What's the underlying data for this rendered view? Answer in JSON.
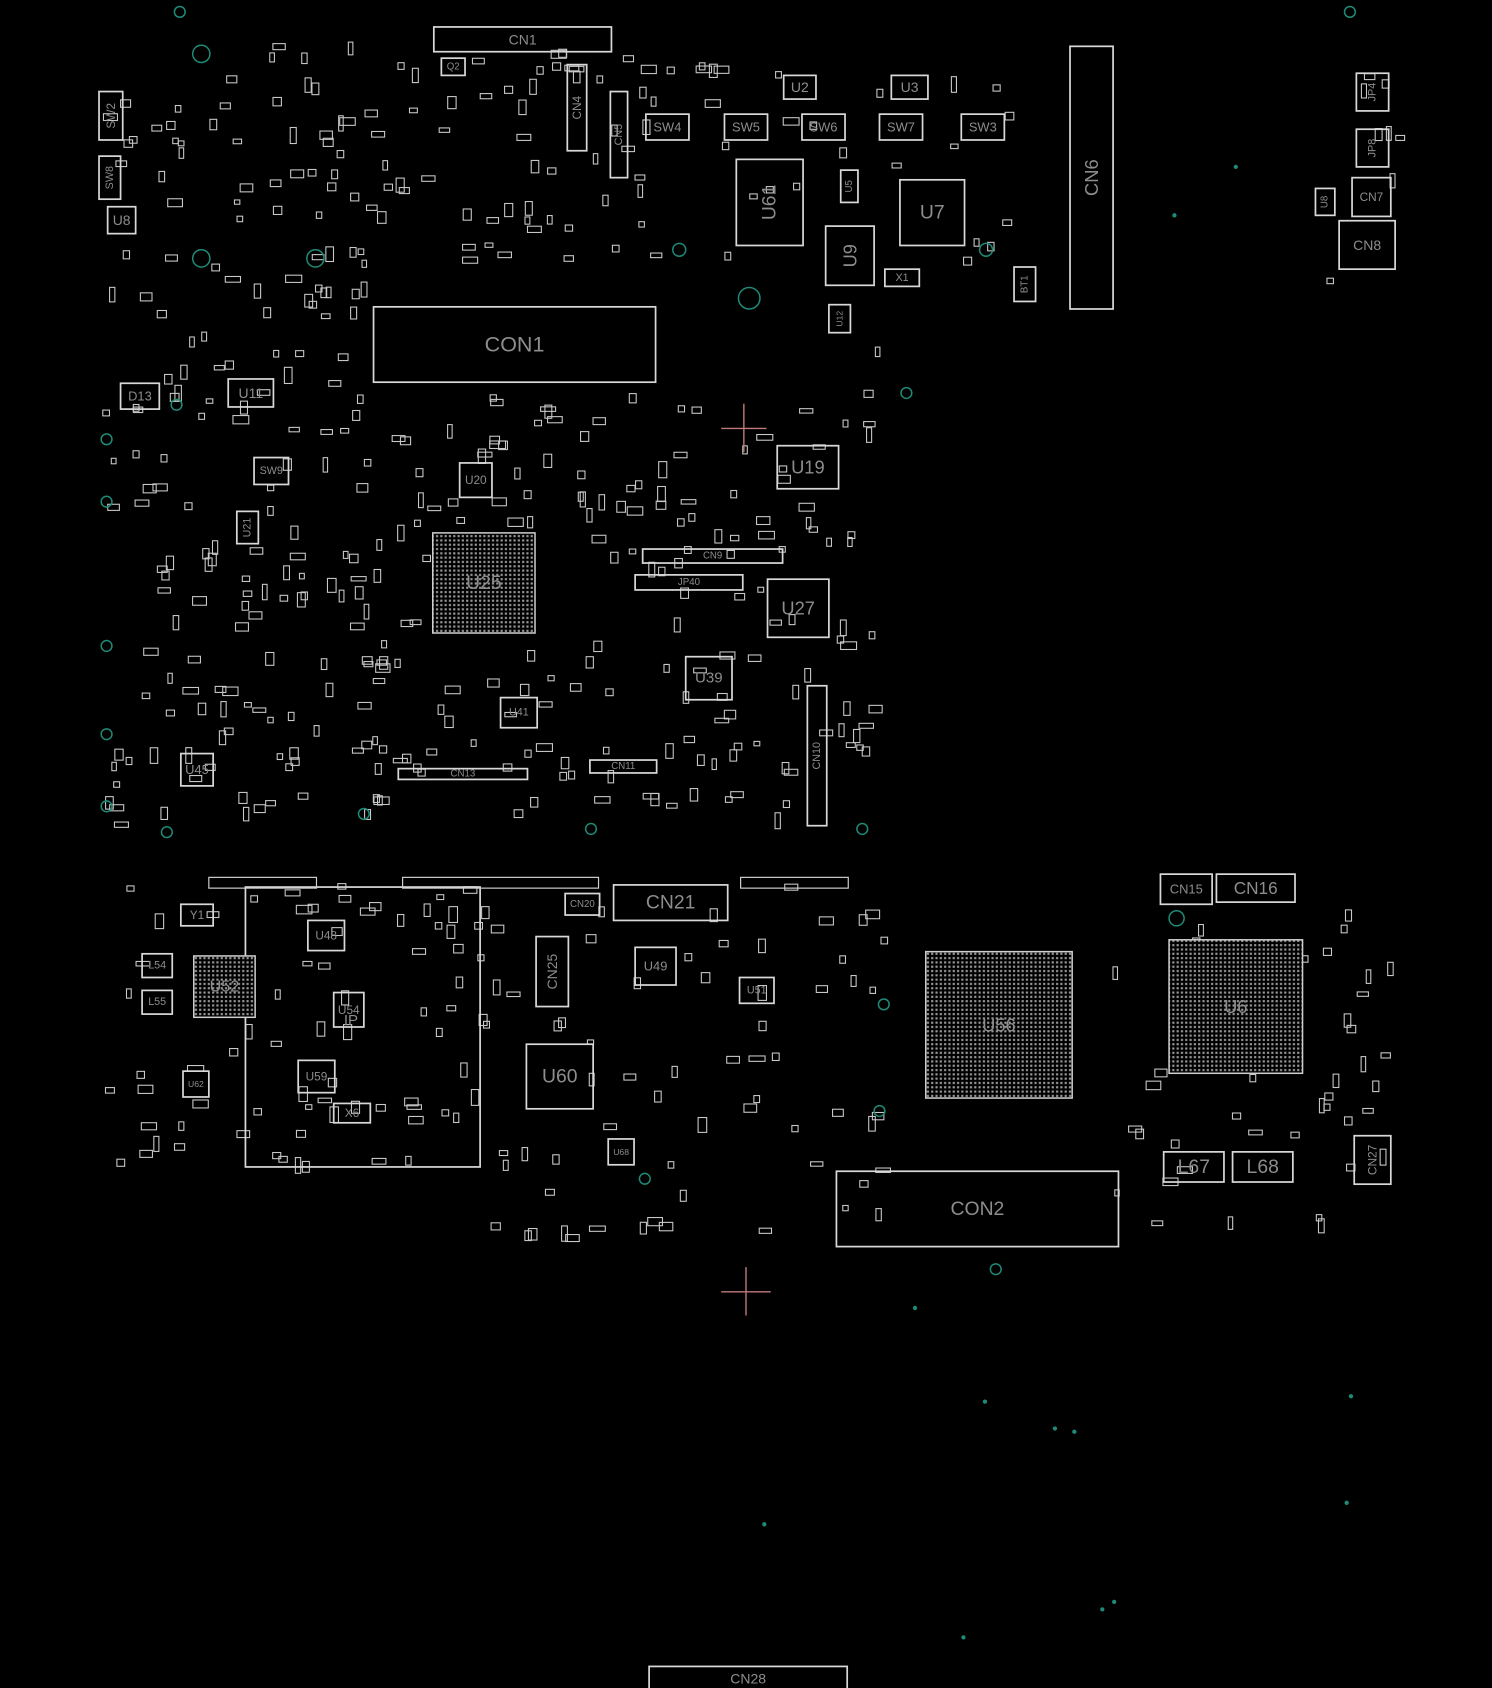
{
  "title": "Boardview PCB layout",
  "components": {
    "CN1": "CN1",
    "Q2": "Q2",
    "CN4": "CN4",
    "CN5": "CN5",
    "SW4": "SW4",
    "SW5": "SW5",
    "SW6": "SW6",
    "SW7": "SW7",
    "SW3": "SW3",
    "U2": "U2",
    "U3": "U3",
    "U61": "U61",
    "U5": "U5",
    "U7": "U7",
    "U9": "U9",
    "CN6": "CN6",
    "JP4": "JP4",
    "JP8": "JP8",
    "CN7": "CN7",
    "CN8": "CN8",
    "U8R": "U8",
    "SW2": "SW2",
    "SW8": "SW8",
    "U8": "U8",
    "CON1": "CON1",
    "D13": "D13",
    "U11": "U11",
    "U19": "U19",
    "U20": "U20",
    "SW9": "SW9",
    "U21": "U21",
    "U25": "U25",
    "CN9": "CN9",
    "JP40": "JP40",
    "U27": "U27",
    "U39": "U39",
    "U41": "U41",
    "U45": "U45",
    "CN13": "CN13",
    "CN11": "CN11",
    "CN10": "CN10",
    "X1": "X1",
    "U12": "U12",
    "BT1": "BT1",
    "Y1": "Y1",
    "L54": "L54",
    "L55": "L55",
    "U52": "U52",
    "U48": "U48",
    "U54": "U54",
    "IP": "IP",
    "U59": "U59",
    "X6": "X6",
    "U60": "U60",
    "CN25": "CN25",
    "CN21": "CN21",
    "CN20": "CN20",
    "U49": "U49",
    "U51": "U51",
    "U56": "U56",
    "U6": "U6",
    "CN15": "CN15",
    "CN16": "CN16",
    "L67": "L67",
    "L68": "L68",
    "CON2": "CON2",
    "CN28": "CN28",
    "CN27": "CN27",
    "U68": "U68",
    "U62": "U62"
  }
}
